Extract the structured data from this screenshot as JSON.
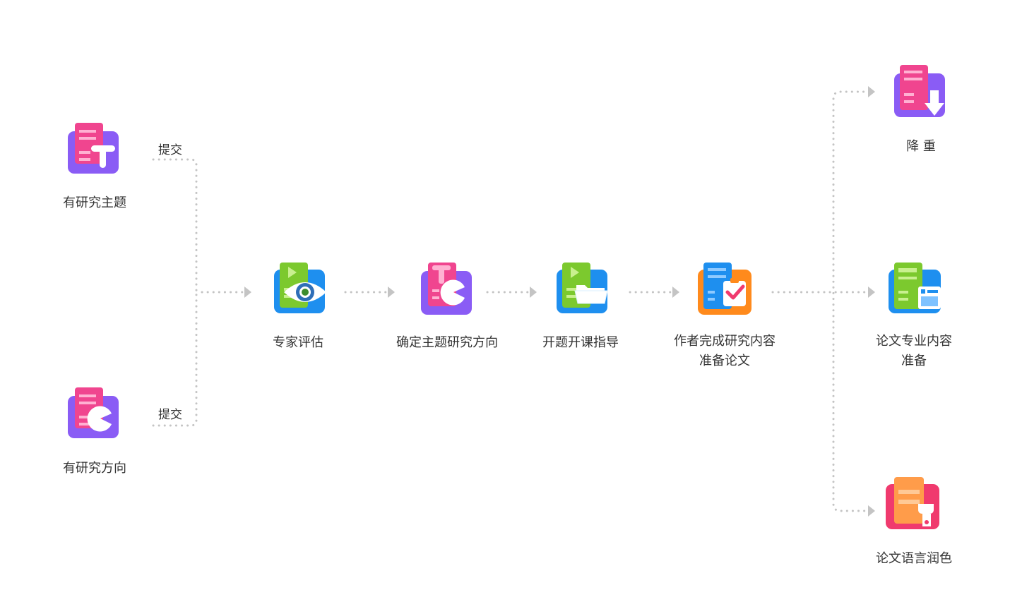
{
  "colors": {
    "connector": "#c4c4c4",
    "pink": "#f0458f",
    "purple": "#8a5cf5",
    "green": "#7cc92e",
    "blue": "#1e8fef",
    "orange": "#ff8a1c",
    "red": "#f03a6e"
  },
  "edges": {
    "submit_top": "提交",
    "submit_bottom": "提交"
  },
  "nodes": {
    "has_topic": {
      "icon": "document-t-icon",
      "label": "有研究主题"
    },
    "has_direction": {
      "icon": "document-pie-icon",
      "label": "有研究方向"
    },
    "expert_eval": {
      "icon": "eye-document-icon",
      "label": "专家评估"
    },
    "confirm_topic": {
      "icon": "topic-pie-icon",
      "label": "确定主题研究方向"
    },
    "opening_guide": {
      "icon": "folder-document-icon",
      "label": "开题开课指导"
    },
    "author_complete": {
      "icon": "checklist-document-icon",
      "label_line1": "作者完成研究内容",
      "label_line2": "准备论文"
    },
    "dedup": {
      "icon": "download-document-icon",
      "label": "降  重"
    },
    "content_prep": {
      "icon": "window-document-icon",
      "label_line1": "论文专业内容",
      "label_line2": "准备"
    },
    "language_polish": {
      "icon": "stamp-document-icon",
      "label": "论文语言润色"
    }
  }
}
